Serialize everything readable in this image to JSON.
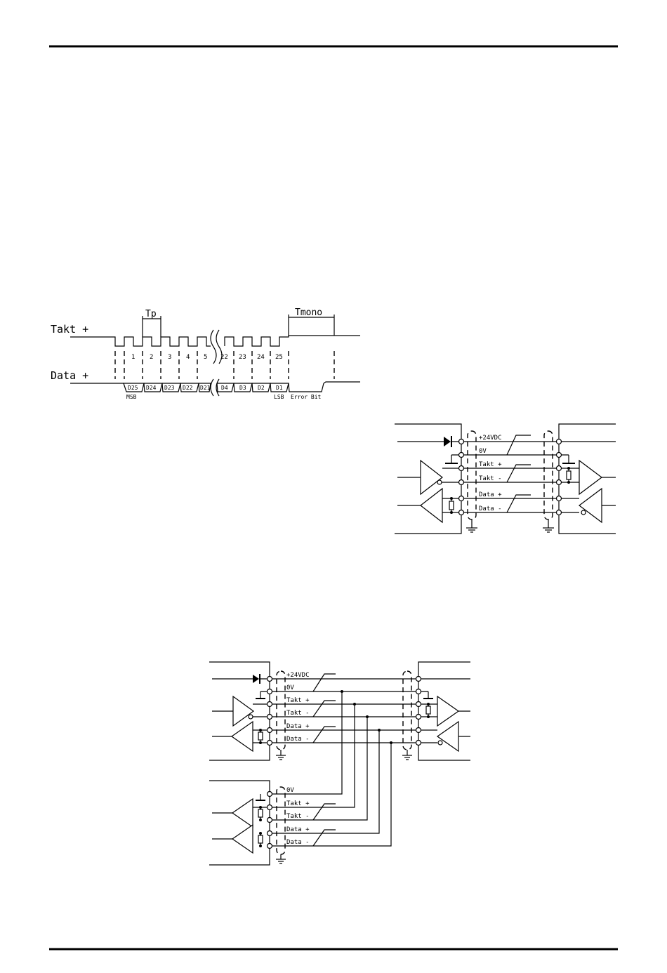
{
  "timing": {
    "takt_label": "Takt +",
    "data_label": "Data +",
    "tp_label": "Tp",
    "tmono_label": "Tmono",
    "clock_numbers": [
      "1",
      "2",
      "3",
      "4",
      "5",
      "22",
      "23",
      "24",
      "25"
    ],
    "data_bits": [
      "D25",
      "D24",
      "D23",
      "D22",
      "D21",
      "D4",
      "D3",
      "D2",
      "D1"
    ],
    "msb_label": "MSB",
    "lsb_label": "LSB",
    "error_label": "Error Bit"
  },
  "circuit1": {
    "wires": [
      "+24VDC",
      "0V",
      "Takt +",
      "Takt -",
      "Data +",
      "Data -"
    ]
  },
  "circuit2": {
    "wires_top": [
      "+24VDC",
      "0V",
      "Takt +",
      "Takt -",
      "Data +",
      "Data -"
    ],
    "wires_bottom": [
      "0V",
      "Takt +",
      "Takt -",
      "Data +",
      "Data -"
    ]
  }
}
